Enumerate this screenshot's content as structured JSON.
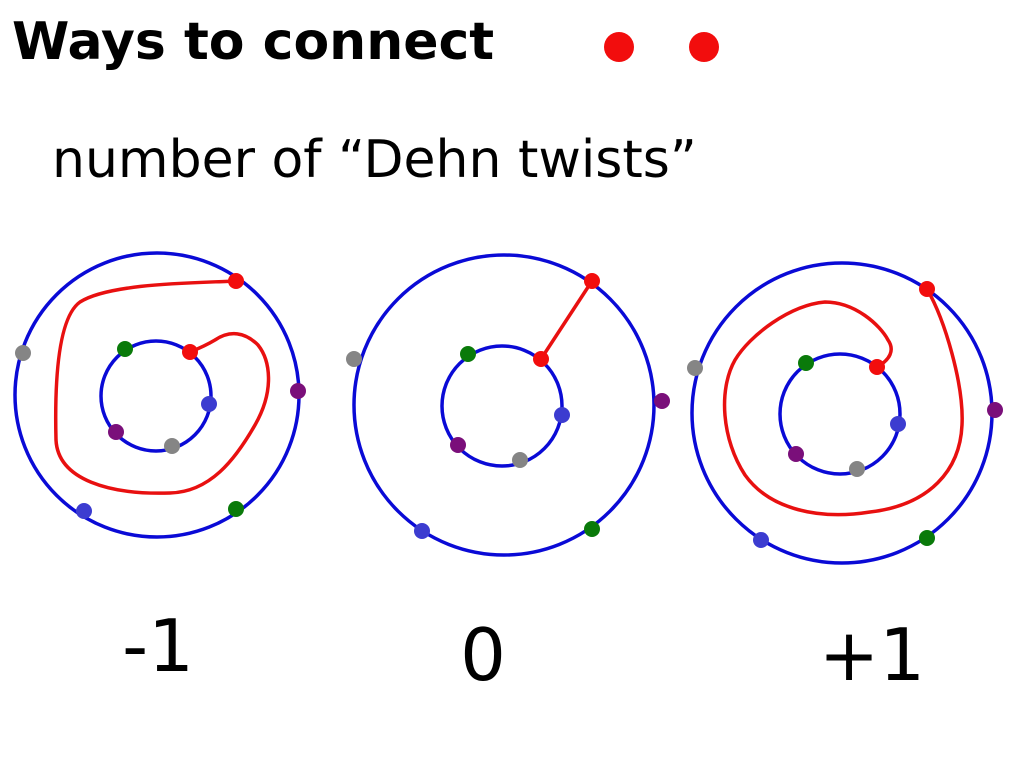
{
  "title": "Ways to connect",
  "subtitle": "number of “Dehn twists”",
  "colors": {
    "ring": "#0a0ad6",
    "path": "#e81010",
    "red": "#f20d0d",
    "green": "#0a7a0a",
    "blue": "#3c3cd0",
    "purple": "#7a0f7a",
    "gray": "#858585"
  },
  "title_marker_icons": [
    "red-dot-icon",
    "red-dot-icon"
  ],
  "panels": [
    {
      "twists": "-1",
      "path_shape": "spiral-clockwise"
    },
    {
      "twists": "0",
      "path_shape": "straight"
    },
    {
      "twists": "+1",
      "path_shape": "spiral-counterclockwise"
    }
  ]
}
